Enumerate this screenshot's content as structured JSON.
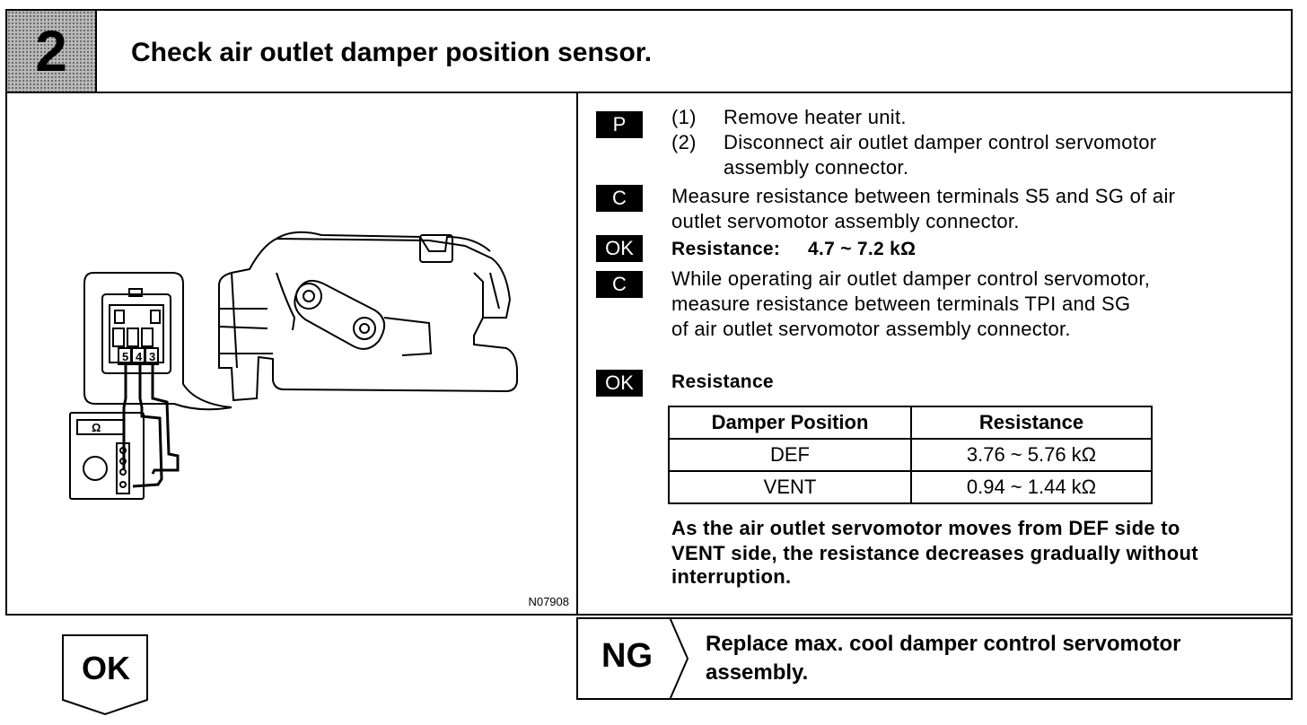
{
  "header": {
    "step_number": "2",
    "title": "Check air outlet damper position sensor."
  },
  "figure": {
    "code": "N07908",
    "connector_terminals": [
      "5",
      "4",
      "3"
    ],
    "meter_symbol": "Ω"
  },
  "procedure": {
    "badges": {
      "p": "P",
      "c": "C",
      "ok": "OK"
    },
    "p_steps": [
      {
        "num": "(1)",
        "text": "Remove heater unit."
      },
      {
        "num": "(2)",
        "text_lines": [
          "Disconnect air outlet damper control servomotor",
          "assembly connector."
        ]
      }
    ],
    "c1_lines": [
      "Measure resistance between terminals S5 and SG of air",
      "outlet servomotor assembly connector."
    ],
    "ok1": {
      "label": "Resistance:",
      "value": "4.7 ~ 7.2 kΩ"
    },
    "c2_lines": [
      "While operating air outlet damper control servomotor,",
      "measure resistance between terminals TPI and SG",
      "of air outlet servomotor assembly connector."
    ],
    "ok2_label": "Resistance",
    "table": {
      "headers": [
        "Damper Position",
        "Resistance"
      ],
      "rows": [
        [
          "DEF",
          "3.76 ~ 5.76 kΩ"
        ],
        [
          "VENT",
          "0.94 ~ 1.44 kΩ"
        ]
      ]
    },
    "note_lines": [
      "As the air outlet servomotor moves from DEF side to",
      "VENT side, the resistance decreases gradually without",
      "interruption."
    ]
  },
  "result": {
    "ok_label": "OK",
    "ng_label": "NG",
    "ng_lines": [
      "Replace max. cool damper control servomotor",
      "assembly."
    ]
  }
}
